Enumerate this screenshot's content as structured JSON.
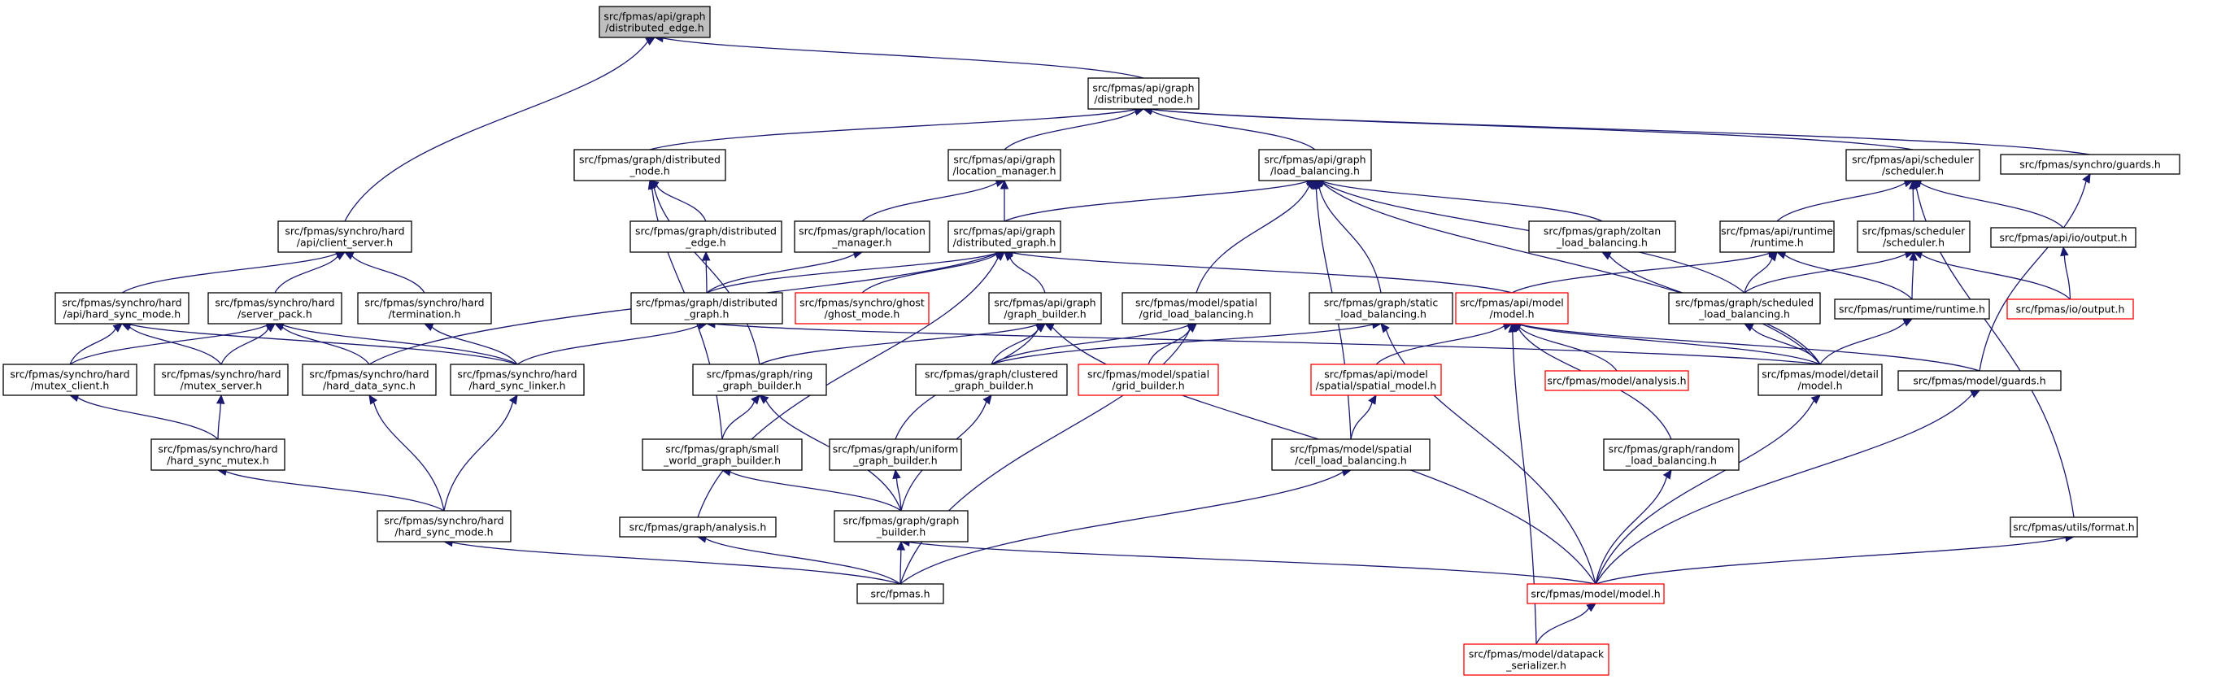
{
  "graph": {
    "colors": {
      "edge": "#191970",
      "node_border": "#000000",
      "node_border_truncated": "#ff0000",
      "node_fill": "#ffffff",
      "root_fill": "#bfbfbf",
      "text": "#000000"
    },
    "nodes": [
      {
        "id": "n_dist_edge_api",
        "lines": [
          "src/fpmas/api/graph",
          "/distributed_edge.h"
        ],
        "root": true
      },
      {
        "id": "n_dist_node_api",
        "lines": [
          "src/fpmas/api/graph",
          "/distributed_node.h"
        ]
      },
      {
        "id": "n_client_server",
        "lines": [
          "src/fpmas/synchro/hard",
          "/api/client_server.h"
        ]
      },
      {
        "id": "n_graph_dist_node",
        "lines": [
          "src/fpmas/graph/distributed",
          "_node.h"
        ]
      },
      {
        "id": "n_location_manager_api",
        "lines": [
          "src/fpmas/api/graph",
          "/location_manager.h"
        ]
      },
      {
        "id": "n_load_balancing_api",
        "lines": [
          "src/fpmas/api/graph",
          "/load_balancing.h"
        ]
      },
      {
        "id": "n_scheduler_api",
        "lines": [
          "src/fpmas/api/scheduler",
          "/scheduler.h"
        ]
      },
      {
        "id": "n_guards",
        "lines": [
          "src/fpmas/synchro/guards.h"
        ]
      },
      {
        "id": "n_graph_dist_edge",
        "lines": [
          "src/fpmas/graph/distributed",
          "_edge.h"
        ]
      },
      {
        "id": "n_location_manager",
        "lines": [
          "src/fpmas/graph/location",
          "_manager.h"
        ]
      },
      {
        "id": "n_dist_graph_api",
        "lines": [
          "src/fpmas/api/graph",
          "/distributed_graph.h"
        ]
      },
      {
        "id": "n_zoltan_lb",
        "lines": [
          "src/fpmas/graph/zoltan",
          "_load_balancing.h"
        ]
      },
      {
        "id": "n_runtime_api",
        "lines": [
          "src/fpmas/api/runtime",
          "/runtime.h"
        ]
      },
      {
        "id": "n_scheduler_impl",
        "lines": [
          "src/fpmas/scheduler",
          "/scheduler.h"
        ]
      },
      {
        "id": "n_output_api",
        "lines": [
          "src/fpmas/api/io/output.h"
        ]
      },
      {
        "id": "n_hard_sync_mode_api",
        "lines": [
          "src/fpmas/synchro/hard",
          "/api/hard_sync_mode.h"
        ]
      },
      {
        "id": "n_server_pack",
        "lines": [
          "src/fpmas/synchro/hard",
          "/server_pack.h"
        ]
      },
      {
        "id": "n_termination",
        "lines": [
          "src/fpmas/synchro/hard",
          "/termination.h"
        ]
      },
      {
        "id": "n_graph_dist_graph",
        "lines": [
          "src/fpmas/graph/distributed",
          "_graph.h"
        ]
      },
      {
        "id": "n_ghost_mode",
        "lines": [
          "src/fpmas/synchro/ghost",
          "/ghost_mode.h"
        ],
        "truncated": true
      },
      {
        "id": "n_graph_builder_api",
        "lines": [
          "src/fpmas/api/graph",
          "/graph_builder.h"
        ]
      },
      {
        "id": "n_grid_lb",
        "lines": [
          "src/fpmas/model/spatial",
          "/grid_load_balancing.h"
        ]
      },
      {
        "id": "n_static_lb",
        "lines": [
          "src/fpmas/graph/static",
          "_load_balancing.h"
        ]
      },
      {
        "id": "n_model_api",
        "lines": [
          "src/fpmas/api/model",
          "/model.h"
        ],
        "truncated": true
      },
      {
        "id": "n_scheduled_lb",
        "lines": [
          "src/fpmas/graph/scheduled",
          "_load_balancing.h"
        ]
      },
      {
        "id": "n_runtime_impl",
        "lines": [
          "src/fpmas/runtime/runtime.h"
        ]
      },
      {
        "id": "n_io_output",
        "lines": [
          "src/fpmas/io/output.h"
        ],
        "truncated": true
      },
      {
        "id": "n_mutex_client",
        "lines": [
          "src/fpmas/synchro/hard",
          "/mutex_client.h"
        ]
      },
      {
        "id": "n_mutex_server",
        "lines": [
          "src/fpmas/synchro/hard",
          "/mutex_server.h"
        ]
      },
      {
        "id": "n_hard_data_sync",
        "lines": [
          "src/fpmas/synchro/hard",
          "/hard_data_sync.h"
        ]
      },
      {
        "id": "n_hard_sync_linker",
        "lines": [
          "src/fpmas/synchro/hard",
          "/hard_sync_linker.h"
        ]
      },
      {
        "id": "n_ring_builder",
        "lines": [
          "src/fpmas/graph/ring",
          "_graph_builder.h"
        ]
      },
      {
        "id": "n_clustered_builder",
        "lines": [
          "src/fpmas/graph/clustered",
          "_graph_builder.h"
        ]
      },
      {
        "id": "n_grid_builder",
        "lines": [
          "src/fpmas/model/spatial",
          "/grid_builder.h"
        ],
        "truncated": true
      },
      {
        "id": "n_spatial_model_api",
        "lines": [
          "src/fpmas/api/model",
          "/spatial/spatial_model.h"
        ],
        "truncated": true
      },
      {
        "id": "n_model_analysis",
        "lines": [
          "src/fpmas/model/analysis.h"
        ],
        "truncated": true
      },
      {
        "id": "n_detail_model",
        "lines": [
          "src/fpmas/model/detail",
          "/model.h"
        ]
      },
      {
        "id": "n_model_guards",
        "lines": [
          "src/fpmas/model/guards.h"
        ]
      },
      {
        "id": "n_hard_sync_mutex",
        "lines": [
          "src/fpmas/synchro/hard",
          "/hard_sync_mutex.h"
        ]
      },
      {
        "id": "n_small_world",
        "lines": [
          "src/fpmas/graph/small",
          "_world_graph_builder.h"
        ]
      },
      {
        "id": "n_uniform_builder",
        "lines": [
          "src/fpmas/graph/uniform",
          "_graph_builder.h"
        ]
      },
      {
        "id": "n_cell_lb",
        "lines": [
          "src/fpmas/model/spatial",
          "/cell_load_balancing.h"
        ]
      },
      {
        "id": "n_random_lb",
        "lines": [
          "src/fpmas/graph/random",
          "_load_balancing.h"
        ]
      },
      {
        "id": "n_hard_sync_mode",
        "lines": [
          "src/fpmas/synchro/hard",
          "/hard_sync_mode.h"
        ]
      },
      {
        "id": "n_graph_analysis",
        "lines": [
          "src/fpmas/graph/analysis.h"
        ]
      },
      {
        "id": "n_graph_builder_impl",
        "lines": [
          "src/fpmas/graph/graph",
          "_builder.h"
        ]
      },
      {
        "id": "n_format",
        "lines": [
          "src/fpmas/utils/format.h"
        ]
      },
      {
        "id": "n_fpmas",
        "lines": [
          "src/fpmas.h"
        ]
      },
      {
        "id": "n_model_impl",
        "lines": [
          "src/fpmas/model/model.h"
        ],
        "truncated": true
      },
      {
        "id": "n_datapack_serializer",
        "lines": [
          "src/fpmas/model/datapack",
          "_serializer.h"
        ],
        "truncated": true
      }
    ],
    "edges": [
      [
        "n_dist_node_api",
        "n_dist_edge_api"
      ],
      [
        "n_client_server",
        "n_dist_edge_api"
      ],
      [
        "n_graph_dist_node",
        "n_dist_node_api"
      ],
      [
        "n_location_manager_api",
        "n_dist_node_api"
      ],
      [
        "n_load_balancing_api",
        "n_dist_node_api"
      ],
      [
        "n_scheduler_api",
        "n_dist_node_api"
      ],
      [
        "n_guards",
        "n_dist_node_api"
      ],
      [
        "n_hard_sync_mode_api",
        "n_client_server"
      ],
      [
        "n_server_pack",
        "n_client_server"
      ],
      [
        "n_termination",
        "n_client_server"
      ],
      [
        "n_graph_dist_edge",
        "n_graph_dist_node"
      ],
      [
        "n_ring_builder",
        "n_graph_dist_node"
      ],
      [
        "n_small_world",
        "n_graph_dist_node"
      ],
      [
        "n_location_manager",
        "n_location_manager_api"
      ],
      [
        "n_dist_graph_api",
        "n_location_manager_api"
      ],
      [
        "n_dist_graph_api",
        "n_load_balancing_api"
      ],
      [
        "n_zoltan_lb",
        "n_load_balancing_api"
      ],
      [
        "n_grid_lb",
        "n_load_balancing_api"
      ],
      [
        "n_static_lb",
        "n_load_balancing_api"
      ],
      [
        "n_scheduled_lb",
        "n_load_balancing_api"
      ],
      [
        "n_detail_model",
        "n_load_balancing_api"
      ],
      [
        "n_cell_lb",
        "n_load_balancing_api"
      ],
      [
        "n_runtime_api",
        "n_scheduler_api"
      ],
      [
        "n_scheduler_impl",
        "n_scheduler_api"
      ],
      [
        "n_output_api",
        "n_scheduler_api"
      ],
      [
        "n_format",
        "n_scheduler_api"
      ],
      [
        "n_model_guards",
        "n_guards"
      ],
      [
        "n_graph_dist_graph",
        "n_graph_dist_edge"
      ],
      [
        "n_graph_dist_graph",
        "n_location_manager"
      ],
      [
        "n_graph_dist_graph",
        "n_dist_graph_api"
      ],
      [
        "n_ghost_mode",
        "n_dist_graph_api"
      ],
      [
        "n_graph_builder_api",
        "n_dist_graph_api"
      ],
      [
        "n_model_api",
        "n_dist_graph_api"
      ],
      [
        "n_hard_data_sync",
        "n_dist_graph_api"
      ],
      [
        "n_graph_analysis",
        "n_dist_graph_api"
      ],
      [
        "n_detail_model",
        "n_zoltan_lb"
      ],
      [
        "n_model_api",
        "n_runtime_api"
      ],
      [
        "n_scheduled_lb",
        "n_runtime_api"
      ],
      [
        "n_runtime_impl",
        "n_runtime_api"
      ],
      [
        "n_scheduled_lb",
        "n_scheduler_impl"
      ],
      [
        "n_runtime_impl",
        "n_scheduler_impl"
      ],
      [
        "n_io_output",
        "n_scheduler_impl"
      ],
      [
        "n_io_output",
        "n_output_api"
      ],
      [
        "n_mutex_client",
        "n_hard_sync_mode_api"
      ],
      [
        "n_mutex_server",
        "n_hard_sync_mode_api"
      ],
      [
        "n_hard_sync_linker",
        "n_hard_sync_mode_api"
      ],
      [
        "n_mutex_client",
        "n_server_pack"
      ],
      [
        "n_mutex_server",
        "n_server_pack"
      ],
      [
        "n_hard_data_sync",
        "n_server_pack"
      ],
      [
        "n_hard_sync_linker",
        "n_server_pack"
      ],
      [
        "n_hard_sync_linker",
        "n_termination"
      ],
      [
        "n_hard_sync_linker",
        "n_graph_dist_graph"
      ],
      [
        "n_detail_model",
        "n_graph_dist_graph"
      ],
      [
        "n_ring_builder",
        "n_graph_builder_api"
      ],
      [
        "n_clustered_builder",
        "n_graph_builder_api"
      ],
      [
        "n_uniform_builder",
        "n_graph_builder_api"
      ],
      [
        "n_model_impl",
        "n_graph_builder_api"
      ],
      [
        "n_clustered_builder",
        "n_grid_lb"
      ],
      [
        "n_grid_builder",
        "n_grid_lb"
      ],
      [
        "n_fpmas",
        "n_grid_lb"
      ],
      [
        "n_clustered_builder",
        "n_static_lb"
      ],
      [
        "n_model_impl",
        "n_static_lb"
      ],
      [
        "n_spatial_model_api",
        "n_model_api"
      ],
      [
        "n_model_analysis",
        "n_model_api"
      ],
      [
        "n_detail_model",
        "n_model_api"
      ],
      [
        "n_model_guards",
        "n_model_api"
      ],
      [
        "n_random_lb",
        "n_model_api"
      ],
      [
        "n_datapack_serializer",
        "n_model_api"
      ],
      [
        "n_detail_model",
        "n_scheduled_lb"
      ],
      [
        "n_detail_model",
        "n_runtime_impl"
      ],
      [
        "n_hard_sync_mutex",
        "n_mutex_client"
      ],
      [
        "n_hard_sync_mutex",
        "n_mutex_server"
      ],
      [
        "n_hard_sync_mode",
        "n_hard_data_sync"
      ],
      [
        "n_hard_sync_mode",
        "n_hard_sync_linker"
      ],
      [
        "n_hard_sync_mode",
        "n_hard_sync_mutex"
      ],
      [
        "n_small_world",
        "n_ring_builder"
      ],
      [
        "n_graph_builder_impl",
        "n_ring_builder"
      ],
      [
        "n_graph_builder_impl",
        "n_clustered_builder"
      ],
      [
        "n_cell_lb",
        "n_spatial_model_api"
      ],
      [
        "n_model_impl",
        "n_detail_model"
      ],
      [
        "n_model_impl",
        "n_model_guards"
      ],
      [
        "n_graph_builder_impl",
        "n_small_world"
      ],
      [
        "n_graph_builder_impl",
        "n_uniform_builder"
      ],
      [
        "n_fpmas",
        "n_cell_lb"
      ],
      [
        "n_model_impl",
        "n_random_lb"
      ],
      [
        "n_fpmas",
        "n_hard_sync_mode"
      ],
      [
        "n_fpmas",
        "n_graph_analysis"
      ],
      [
        "n_fpmas",
        "n_graph_builder_impl"
      ],
      [
        "n_model_impl",
        "n_graph_builder_impl"
      ],
      [
        "n_model_impl",
        "n_format"
      ],
      [
        "n_datapack_serializer",
        "n_model_impl"
      ]
    ]
  }
}
